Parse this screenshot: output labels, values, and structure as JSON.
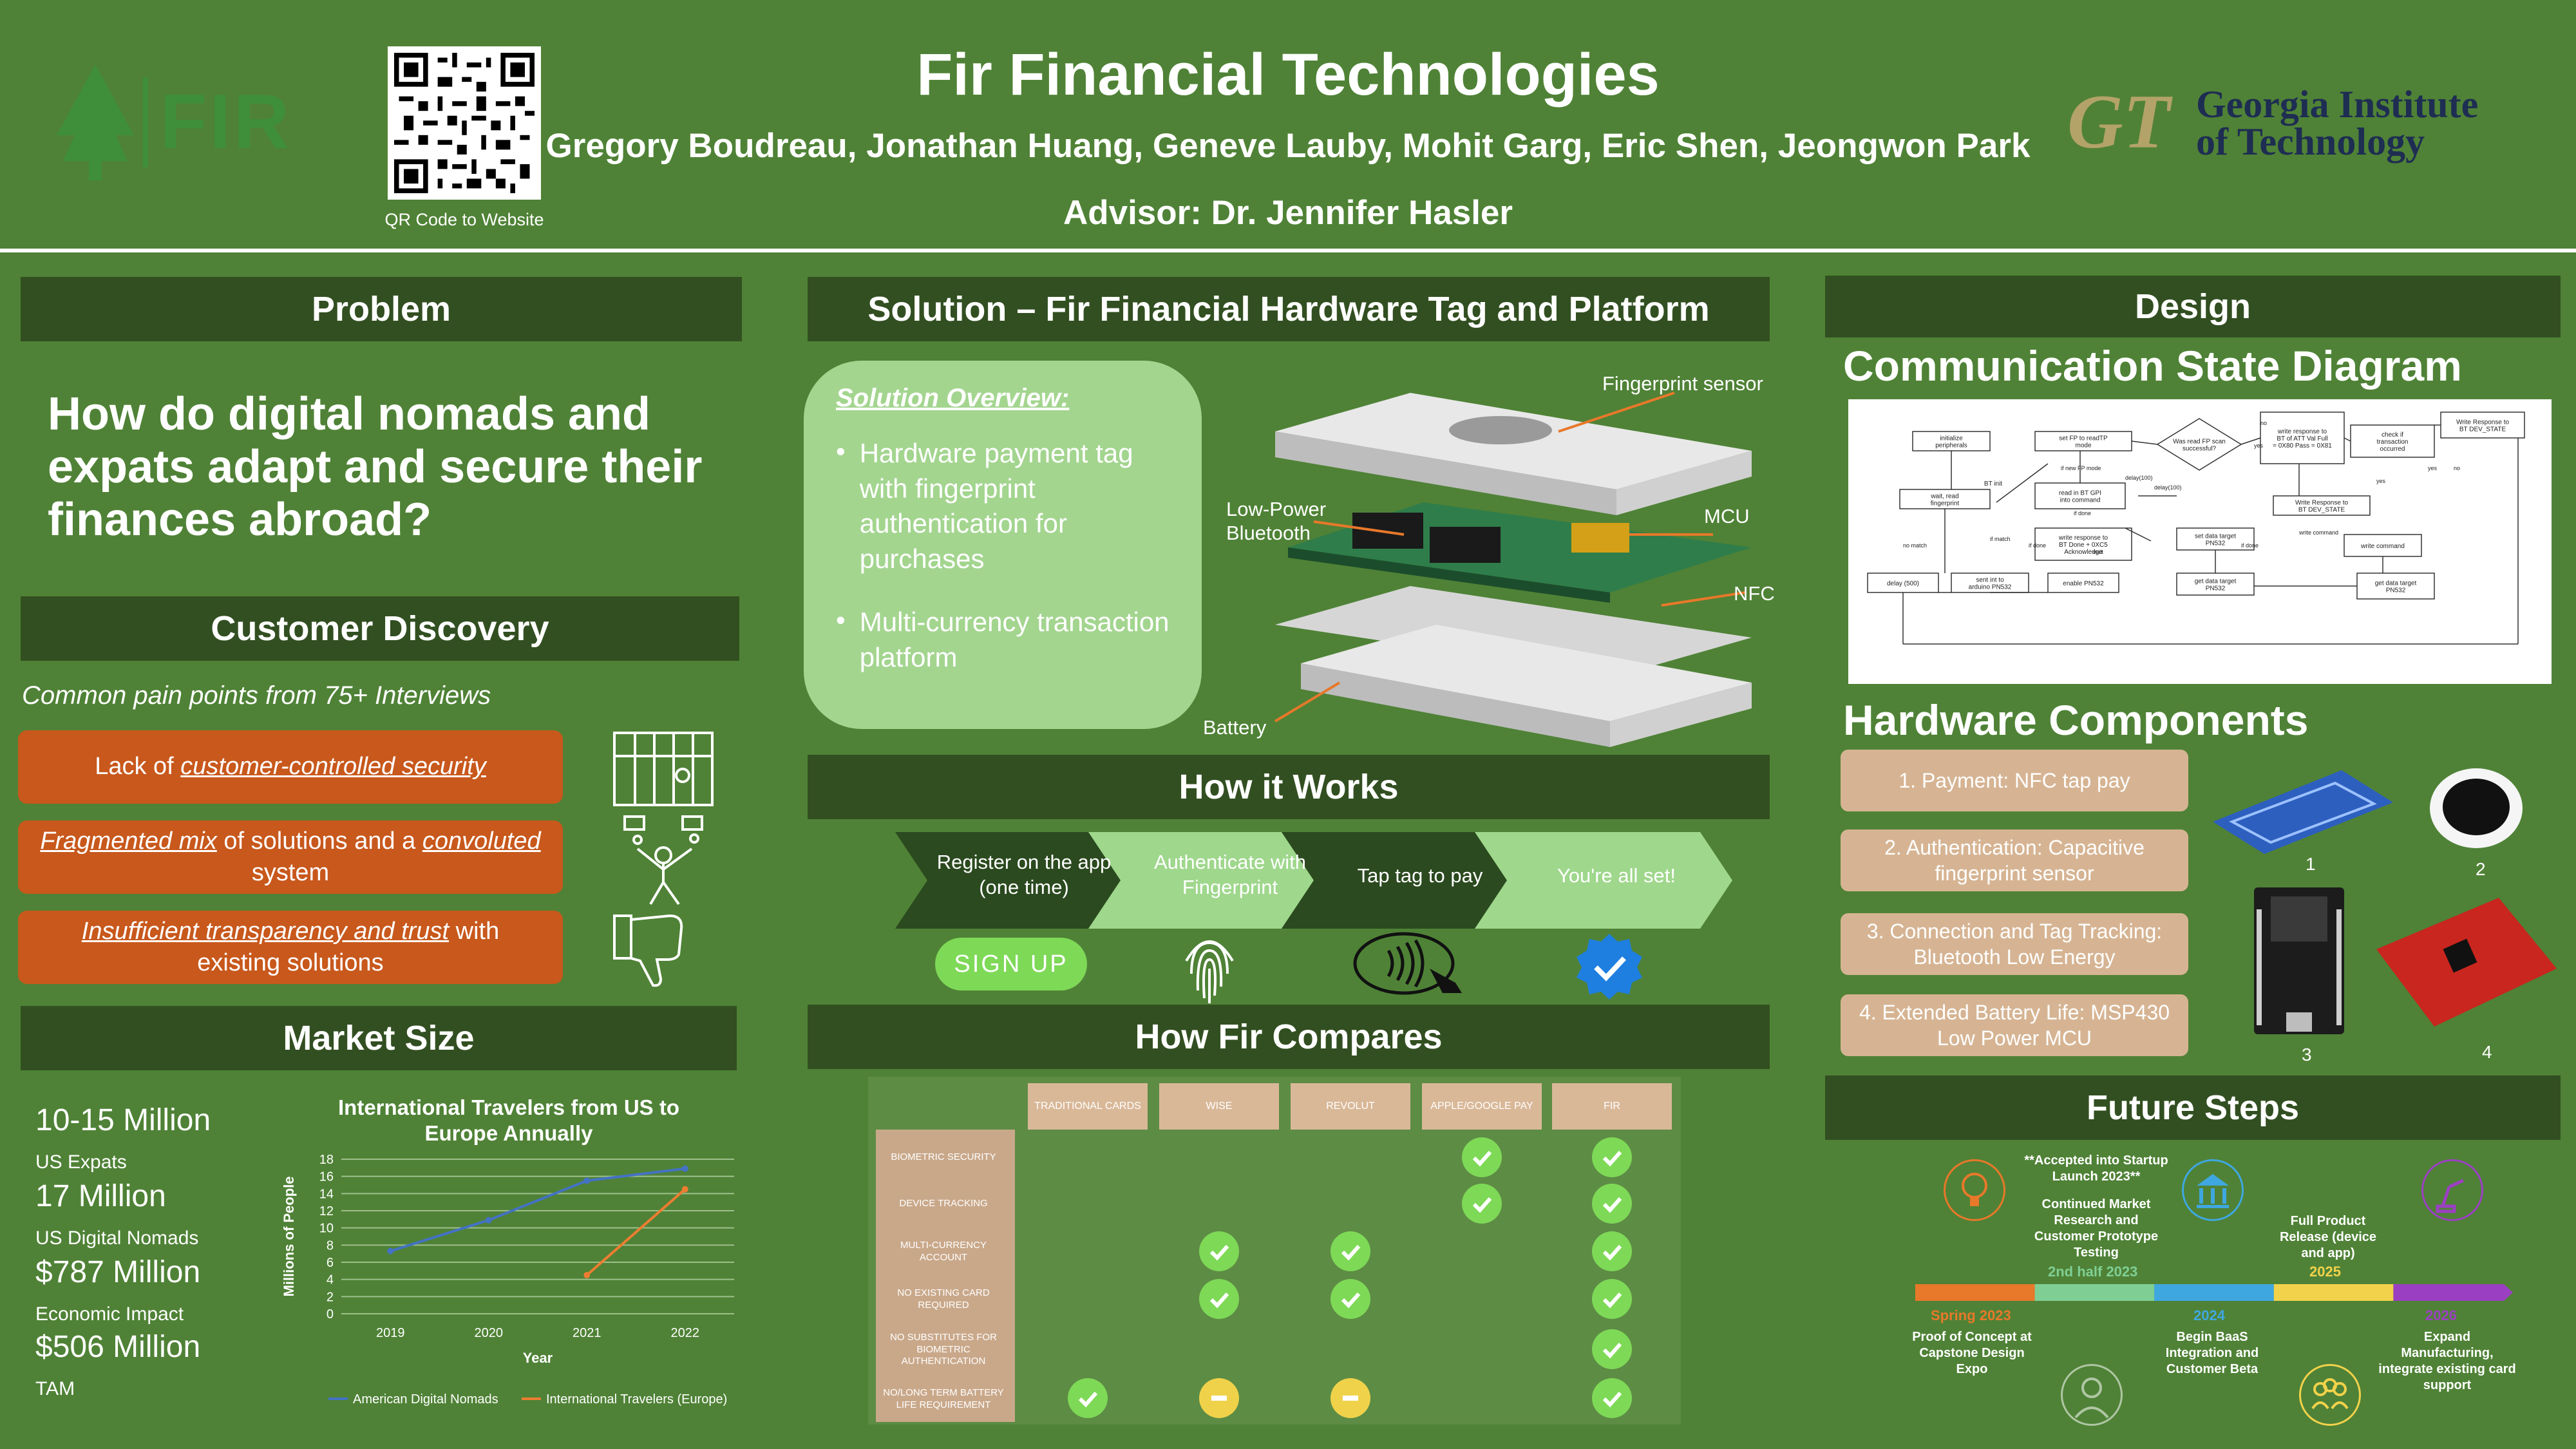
{
  "header": {
    "logo_text": "FIR",
    "qr_caption": "QR Code to Website",
    "title": "Fir Financial Technologies",
    "authors": "Gregory Boudreau, Jonathan Huang, Geneve Lauby, Mohit Garg, Eric Shen, Jeongwon Park",
    "advisor": "Advisor: Dr. Jennifer Hasler",
    "gt_logo_text": "GT",
    "gt_line1": "Georgia Institute",
    "gt_line2": "of Technology"
  },
  "problem": {
    "heading": "Problem",
    "question": "How do digital nomads and expats adapt and secure their finances abroad?"
  },
  "customer_discovery": {
    "heading": "Customer Discovery",
    "subtitle": "Common pain points from 75+ Interviews",
    "pain1": {
      "pre": "Lack of ",
      "em": "customer-controlled security"
    },
    "pain2": {
      "em1": "Fragmented mix",
      "mid": " of solutions and a ",
      "em2": "convoluted",
      "post": " system"
    },
    "pain3": {
      "em": "Insufficient transparency and trust",
      "post": " with existing solutions"
    },
    "icons": [
      "jail-icon",
      "juggler-icon",
      "thumbs-down-icon"
    ]
  },
  "market": {
    "heading": "Market Size",
    "stats": [
      {
        "value": "10-15 Million",
        "label": "US Expats"
      },
      {
        "value": "17 Million",
        "label": "US Digital Nomads"
      },
      {
        "value": "$787 Million",
        "label": "Economic Impact"
      },
      {
        "value": "$506 Million",
        "label": "TAM"
      }
    ]
  },
  "chart_data": {
    "type": "line",
    "title": "International Travelers from US to Europe Annually",
    "xlabel": "Year",
    "ylabel": "Millions of People",
    "categories": [
      "2019",
      "2020",
      "2021",
      "2022"
    ],
    "ylim": [
      0,
      18
    ],
    "yticks": [
      "0",
      "2",
      "4",
      "6",
      "8",
      "10",
      "12",
      "14",
      "16",
      "18"
    ],
    "grid": true,
    "legend": "bottom",
    "series": [
      {
        "name": "American Digital Nomads",
        "color": "#4472c4",
        "values": [
          7.3,
          10.9,
          15.5,
          16.9
        ]
      },
      {
        "name": "International Travelers (Europe)",
        "color": "#ed7d31",
        "values": [
          null,
          null,
          4.5,
          14.5
        ]
      }
    ]
  },
  "solution": {
    "heading": "Solution – Fir Financial Hardware Tag and Platform",
    "overview_title": "Solution Overview:",
    "bullet1": "Hardware payment tag with fingerprint authentication for purchases",
    "bullet2": "Multi-currency transaction platform",
    "labels": {
      "fingerprint": "Fingerprint sensor",
      "ble": "Low-Power Bluetooth",
      "mcu": "MCU",
      "nfc": "NFC",
      "battery": "Battery"
    }
  },
  "how_it_works": {
    "heading": "How it Works",
    "steps": [
      "Register on the app (one time)",
      "Authenticate with Fingerprint",
      "Tap tag to pay",
      "You're all set!"
    ],
    "signup_label": "SIGN UP"
  },
  "compare": {
    "heading": "How Fir Compares",
    "columns": [
      "TRADITIONAL CARDS",
      "WISE",
      "REVOLUT",
      "APPLE/GOOGLE PAY",
      "FIR"
    ],
    "rows": [
      {
        "label": "BIOMETRIC SECURITY",
        "marks": [
          "",
          "",
          "",
          "check",
          "check"
        ]
      },
      {
        "label": "DEVICE TRACKING",
        "marks": [
          "",
          "",
          "",
          "check",
          "check"
        ]
      },
      {
        "label": "MULTI-CURRENCY ACCOUNT",
        "marks": [
          "",
          "check",
          "check",
          "",
          "check"
        ]
      },
      {
        "label": "NO EXISTING CARD REQUIRED",
        "marks": [
          "",
          "check",
          "check",
          "",
          "check"
        ]
      },
      {
        "label": "NO SUBSTITUTES FOR BIOMETRIC AUTHENTICATION",
        "marks": [
          "",
          "",
          "",
          "",
          "check"
        ]
      },
      {
        "label": "NO/LONG TERM BATTERY LIFE REQUIREMENT",
        "marks": [
          "check",
          "partial",
          "partial",
          "",
          "check"
        ]
      }
    ]
  },
  "design": {
    "heading": "Design",
    "state_title": "Communication State Diagram",
    "states": [
      "initialize peripherals",
      "wait, read fingerprint",
      "delay (500)",
      "sent int to arduino PN532",
      "enable PN532",
      "set FP to readTP mode",
      "read in BT GPI into command",
      "write response to BT Done + 0XC5 Acknowledge",
      "set data target PN532",
      "get data target PN532",
      "Was read FP scan successful?",
      "write response to BT of ATT Val Full = 0X80 Pass = 0X81",
      "check if transaction occurred",
      "Write Response to BT DEV_STATE",
      "Write Response to BT DEV_STATE",
      "write command",
      "get data target PN532",
      "BT init"
    ],
    "edge_labels": [
      "if new FP mode",
      "delay(100)",
      "delay(100)",
      "if done",
      "if match",
      "no match",
      "if done",
      "yes",
      "no",
      "wait",
      "write command",
      "if done",
      "yes",
      "yes",
      "no"
    ],
    "hw_title": "Hardware Components",
    "hw": [
      "1. Payment: NFC tap pay",
      "2. Authentication: Capacitive fingerprint sensor",
      "3. Connection and Tag Tracking: Bluetooth Low Energy",
      "4. Extended Battery Life: MSP430 Low Power MCU"
    ],
    "hw_numbers": [
      "1",
      "2",
      "3",
      "4"
    ]
  },
  "future": {
    "heading": "Future Steps",
    "top_notes": [
      "**Accepted into Startup Launch 2023**",
      "Continued Market Research and Customer Prototype Testing",
      "Full Product Release (device and app)"
    ],
    "top_years": [
      "2nd half 2023",
      "2025"
    ],
    "bottom_years": [
      "Spring 2023",
      "2024",
      "2026"
    ],
    "bottom_notes": [
      "Proof of Concept at Capstone Design Expo",
      "Begin BaaS Integration and Customer Beta",
      "Expand Manufacturing, integrate existing card support"
    ],
    "timeline_colors": [
      "#e8782a",
      "#7fcf95",
      "#3fa7e0",
      "#f2d24b",
      "#9b3fc2"
    ]
  }
}
